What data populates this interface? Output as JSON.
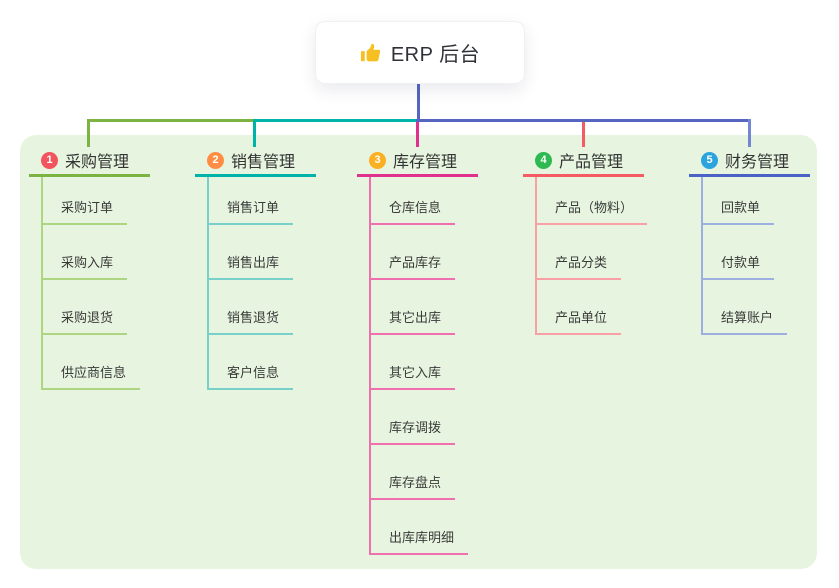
{
  "root": {
    "icon": "thumbs-up-icon",
    "icon_color": "#f6c022",
    "label": "ERP 后台",
    "connector_color": "#5565c0"
  },
  "panel": {
    "background": "#e7f5e0"
  },
  "bus": [
    {
      "color": "#7cb342"
    },
    {
      "color": "#00b3a9"
    },
    {
      "color": "#5565c0"
    }
  ],
  "branches": [
    {
      "num": "1",
      "label": "采购管理",
      "badge_color": "#f2545f",
      "line_color": "#7cb342",
      "child_line_color": "#aed581",
      "drop_color": "#7cb342",
      "children": [
        "采购订单",
        "采购入库",
        "采购退货",
        "供应商信息"
      ]
    },
    {
      "num": "2",
      "label": "销售管理",
      "badge_color": "#ff8e44",
      "line_color": "#00b3a9",
      "child_line_color": "#79d0c9",
      "drop_color": "#00b3a9",
      "children": [
        "销售订单",
        "销售出库",
        "销售退货",
        "客户信息"
      ]
    },
    {
      "num": "3",
      "label": "库存管理",
      "badge_color": "#fbaf22",
      "line_color": "#e0318f",
      "child_line_color": "#f06fae",
      "drop_color": "#e0318f",
      "children": [
        "仓库信息",
        "产品库存",
        "其它出库",
        "其它入库",
        "库存调拨",
        "库存盘点",
        "出库库明细"
      ]
    },
    {
      "num": "4",
      "label": "产品管理",
      "badge_color": "#2fb951",
      "line_color": "#f45b62",
      "child_line_color": "#f8a0a5",
      "drop_color": "#f45b62",
      "children": [
        "产品（物料）",
        "产品分类",
        "产品单位"
      ]
    },
    {
      "num": "5",
      "label": "财务管理",
      "badge_color": "#2ba4dd",
      "line_color": "#4a62c6",
      "child_line_color": "#9dafe0",
      "drop_color": "#7286d2",
      "children": [
        "回款单",
        "付款单",
        "结算账户"
      ]
    }
  ]
}
